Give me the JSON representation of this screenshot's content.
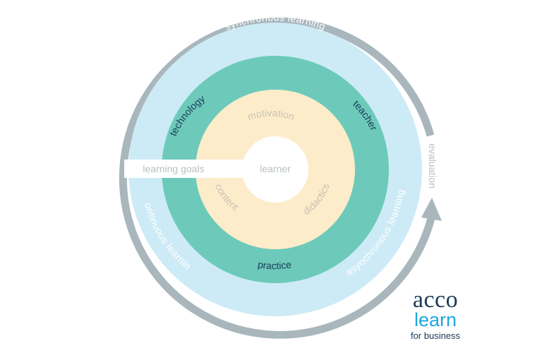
{
  "colors": {
    "outer_arrow": "#a9b7bd",
    "outer_ring": "#cdebf6",
    "teal_ring": "#6dcabb",
    "inner_disc": "#fdecca",
    "center": "#ffffff",
    "light_label": "#ffffff",
    "dark_label": "#1b3a57",
    "muted_label": "#b9c0c4",
    "inner_label": "#c9c2b1"
  },
  "outer": {
    "top": "synchronous learning",
    "left": "continuous learning",
    "right": "asynchronous learning",
    "arrow_label": "evaluation"
  },
  "middle": {
    "top_left": "technology",
    "top_right": "teacher",
    "bottom": "practice"
  },
  "inner": {
    "top": "motivation",
    "bottom_left": "content",
    "bottom_right": "didactics"
  },
  "center_label": "learner",
  "goals_label": "learning goals",
  "logo": {
    "line1": "acco",
    "line2": "learn",
    "line3": "for business"
  }
}
